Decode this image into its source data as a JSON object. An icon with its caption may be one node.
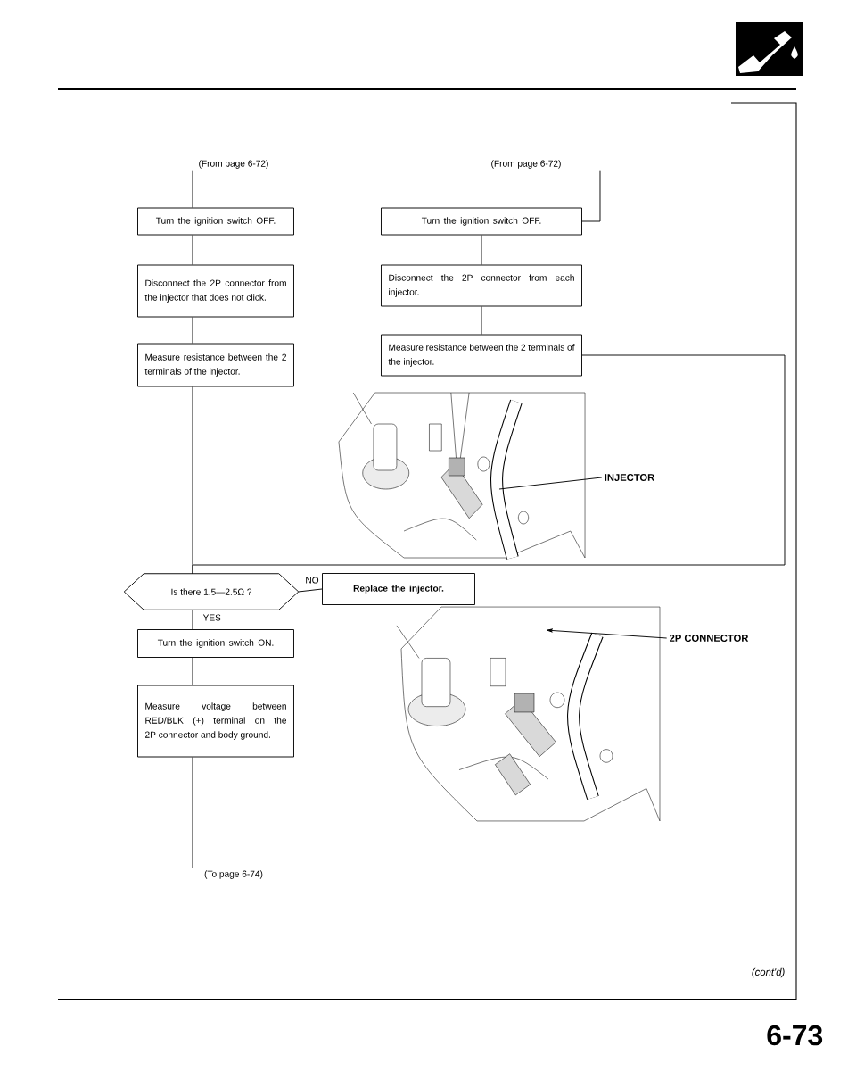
{
  "diagram": {
    "nodes": [
      {
        "text": [
          "(From page 6-72)"
        ]
      },
      {
        "text": [
          "Turn the ignition switch OFF."
        ]
      },
      {
        "text": [
          "Disconnect the 2P connector from the injector that does not click."
        ]
      },
      {
        "text": [
          "Measure resistance between the 2 terminals of the injector."
        ]
      },
      {
        "text": [
          "(From page 6-72)"
        ]
      },
      {
        "text": [
          "Turn the ignition switch OFF."
        ]
      },
      {
        "text": [
          "Disconnect the 2P connector from each injector."
        ]
      },
      {
        "text": [
          "Measure resistance between the 2 terminals of the injector."
        ]
      },
      {
        "text": [],
        "shape": "picture"
      },
      {
        "text": [
          "INJECTOR"
        ]
      },
      {
        "text": [
          "Is there 1.5—2.5Ω ?"
        ]
      },
      {
        "text": [
          "Replace the injector."
        ]
      },
      {
        "text": [
          "Turn the ignition switch ON."
        ]
      },
      {
        "text": [
          "Measure voltage between RED/BLK (+) terminal on the 2P connector and body ground."
        ]
      },
      {
        "text": [
          "(To page 6-74)"
        ]
      },
      {
        "text": [],
        "shape": "picture"
      },
      {
        "text": [
          "2P CONNECTOR"
        ]
      }
    ],
    "edges": [
      {
        "from": 0,
        "to": 1,
        "arrow": "none"
      },
      {
        "from": 1,
        "to": 2,
        "arrow": "none"
      },
      {
        "from": 2,
        "to": 3,
        "arrow": "none"
      },
      {
        "from": 3,
        "to": 10,
        "arrow": "none"
      },
      {
        "from": 4,
        "to": 5,
        "arrow": "none"
      },
      {
        "from": 5,
        "to": 6,
        "arrow": "none"
      },
      {
        "from": 6,
        "to": 7,
        "arrow": "none"
      },
      {
        "from": 7,
        "to": 10,
        "arrow": "none"
      },
      {
        "from": 10,
        "to": 11,
        "arrow": "none",
        "label": "NO"
      },
      {
        "from": 10,
        "to": 12,
        "arrow": "none",
        "label": "YES"
      },
      {
        "from": 12,
        "to": 13,
        "arrow": "none"
      },
      {
        "from": 13,
        "to": 14,
        "arrow": "none"
      },
      {
        "from": 9,
        "to": 8,
        "arrow": "none"
      },
      {
        "from": 16,
        "to": 15,
        "arrow": "to"
      }
    ],
    "labels": [
      "(cont'd)",
      "6-73"
    ]
  }
}
